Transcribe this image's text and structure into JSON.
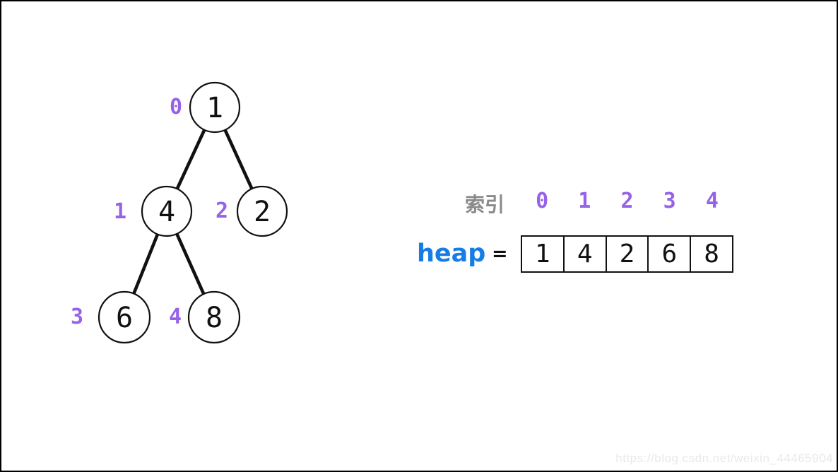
{
  "tree": {
    "nodes": [
      {
        "value": "1",
        "index": "0"
      },
      {
        "value": "4",
        "index": "1"
      },
      {
        "value": "2",
        "index": "2"
      },
      {
        "value": "6",
        "index": "3"
      },
      {
        "value": "8",
        "index": "4"
      }
    ]
  },
  "array_panel": {
    "index_label": "索引",
    "indices": [
      "0",
      "1",
      "2",
      "3",
      "4"
    ],
    "heap_label": "heap",
    "equals_sign": "=",
    "cells": [
      "1",
      "4",
      "2",
      "6",
      "8"
    ]
  },
  "watermark": "https://blog.csdn.net/weixin_44465904",
  "colors": {
    "index_purple": "#9663e8",
    "heap_blue": "#177de5",
    "label_gray": "#8a8a8a",
    "line_black": "#111111",
    "watermark_gray": "#e9e9e9"
  }
}
